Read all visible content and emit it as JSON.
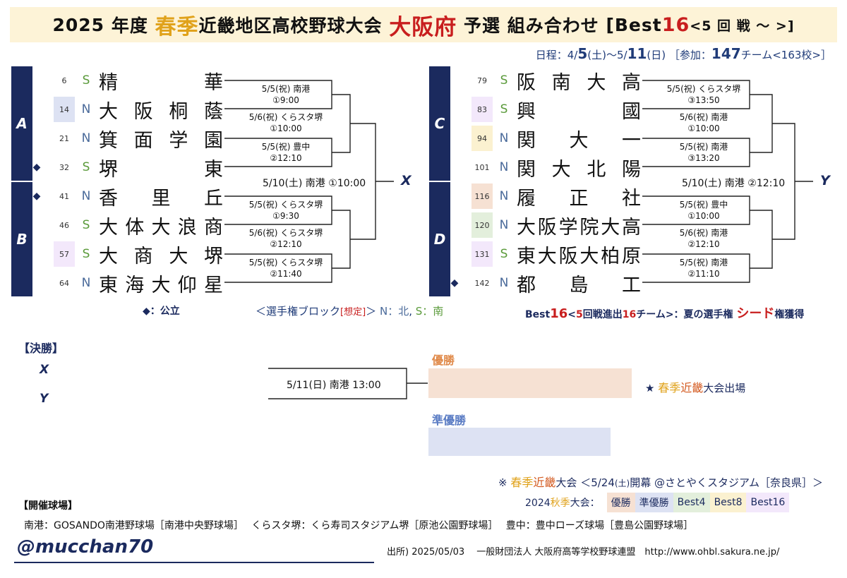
{
  "title": {
    "year": "2025",
    "nendo": "年度",
    "spring": "春季",
    "region": "近畿地区高校野球大会",
    "pref": "大阪府",
    "suffix": "予選 組み合わせ",
    "best_open": "[Best",
    "best_num": "16",
    "best_close": "<5 回 戦 〜 >]"
  },
  "schedule": {
    "label": "日程：4/",
    "start_day": "5",
    "start_wd": "(土)",
    "sep": "〜5/",
    "end_day": "11",
    "end_wd": "(日)",
    "entry_label": "［参加：",
    "teams_num": "147",
    "teams_unit": "チーム<",
    "schools": "163校>］"
  },
  "blocks": [
    "A",
    "B",
    "C",
    "D"
  ],
  "teams_left": [
    {
      "seed": "6",
      "area": "S",
      "name": "精華",
      "seed_bg": "",
      "public": false
    },
    {
      "seed": "14",
      "area": "N",
      "name": "大阪桐蔭",
      "seed_bg": "#dde2f3",
      "public": false
    },
    {
      "seed": "21",
      "area": "N",
      "name": "箕面学園",
      "seed_bg": "",
      "public": false
    },
    {
      "seed": "32",
      "area": "S",
      "name": "堺東",
      "seed_bg": "",
      "public": true
    },
    {
      "seed": "41",
      "area": "N",
      "name": "香里丘",
      "seed_bg": "",
      "public": true
    },
    {
      "seed": "46",
      "area": "S",
      "name": "大体大浪商",
      "seed_bg": "",
      "public": false
    },
    {
      "seed": "57",
      "area": "S",
      "name": "大商大堺",
      "seed_bg": "#f3e8fb",
      "public": false
    },
    {
      "seed": "64",
      "area": "N",
      "name": "東海大仰星",
      "seed_bg": "",
      "public": false
    }
  ],
  "teams_right": [
    {
      "seed": "79",
      "area": "S",
      "name": "阪南大高",
      "seed_bg": "",
      "public": false
    },
    {
      "seed": "83",
      "area": "S",
      "name": "興國",
      "seed_bg": "#f3e8fb",
      "public": false
    },
    {
      "seed": "94",
      "area": "N",
      "name": "関大一",
      "seed_bg": "#fbf1d0",
      "public": false
    },
    {
      "seed": "101",
      "area": "N",
      "name": "関大北陽",
      "seed_bg": "",
      "public": false
    },
    {
      "seed": "116",
      "area": "N",
      "name": "履正社",
      "seed_bg": "#f6e1d3",
      "public": false
    },
    {
      "seed": "120",
      "area": "N",
      "name": "大阪学院大高",
      "seed_bg": "#e3efdc",
      "public": false
    },
    {
      "seed": "131",
      "area": "S",
      "name": "東大阪大柏原",
      "seed_bg": "#f3e8fb",
      "public": false
    },
    {
      "seed": "142",
      "area": "N",
      "name": "都島工",
      "seed_bg": "",
      "public": true
    }
  ],
  "games_left": {
    "g1": [
      "5/5(祝) 南港",
      "①9:00"
    ],
    "g2": [
      "5/5(祝) 豊中",
      "②12:10"
    ],
    "g3": [
      "5/5(祝) くらスタ堺",
      "①9:30"
    ],
    "g4": [
      "5/5(祝) くらスタ堺",
      "②11:40"
    ],
    "qf1": [
      "5/6(祝) くらスタ堺",
      "①10:00"
    ],
    "qf2": [
      "5/6(祝) くらスタ堺",
      "②12:10"
    ],
    "sf": "5/10(土) 南港 ①10:00",
    "winner": "X"
  },
  "games_right": {
    "g1": [
      "5/5(祝) くらスタ堺",
      "③13:50"
    ],
    "g2": [
      "5/5(祝) 南港",
      "③13:20"
    ],
    "g3": [
      "5/5(祝) 豊中",
      "①10:00"
    ],
    "g4": [
      "5/5(祝) 南港",
      "②11:10"
    ],
    "qf1": [
      "5/6(祝) 南港",
      "①10:00"
    ],
    "qf2": [
      "5/6(祝) 南港",
      "②12:10"
    ],
    "sf": "5/10(土) 南港 ②12:10",
    "winner": "Y"
  },
  "legend": {
    "koritsu": "◆：公立",
    "block_open": "＜選手権ブロック",
    "block_assumed": "[想定]",
    "block_close": "＞",
    "north": "N：北",
    "comma": ",",
    "south": "S：南",
    "best_a": "Best",
    "best_b": "16",
    "best_c": "<",
    "best_d": "5",
    "best_e": "回戦進出",
    "best_f": "16",
    "best_g": "チーム>：夏の選手権",
    "best_h": "シード",
    "best_i": "権獲得"
  },
  "final": {
    "title": "【決勝】",
    "x": "X",
    "y": "Y",
    "game": "5/11(日) 南港 13:00",
    "champion": "優勝",
    "runner_up": "準優勝",
    "star": "★",
    "note_a": "春季",
    "note_b": "近畿",
    "note_c": "大会出場"
  },
  "kinki_note": {
    "mark": "※",
    "a": "春季",
    "b": "近畿",
    "c": "大会",
    "d": "＜5/24",
    "e": "(土)",
    "f": "開幕 @さとやくスタジアム［奈良県］＞"
  },
  "fall": {
    "year": "2024",
    "label_a": "秋季",
    "label_b": "大会：",
    "chips": [
      {
        "label": "優勝",
        "color": "#f6e1d3"
      },
      {
        "label": "準優勝",
        "color": "#dde2f3"
      },
      {
        "label": "Best4",
        "color": "#e3efdc"
      },
      {
        "label": "Best8",
        "color": "#fbf1d0"
      },
      {
        "label": "Best16",
        "color": "#f3e8fb"
      }
    ]
  },
  "venue": {
    "title": "【開催球場】",
    "line": "南港：GOSANDO南港野球場［南港中央野球場］　 くらスタ堺：くら寿司スタジアム堺［原池公園野球場］　 豊中：豊中ローズ球場［豊島公園野球場］"
  },
  "account": "@mucchan70",
  "source": "出所) 2025/05/03　 一般財団法人 大阪府高等学校野球連盟　http://www.ohbl.sakura.ne.jp/"
}
